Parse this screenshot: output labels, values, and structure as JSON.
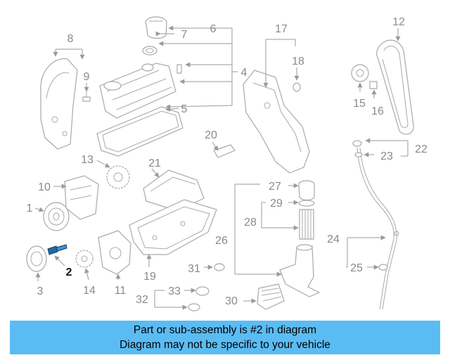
{
  "callouts": {
    "c1": "1",
    "c2": "2",
    "c3": "3",
    "c4": "4",
    "c5": "5",
    "c6": "6",
    "c7": "7",
    "c8": "8",
    "c9": "9",
    "c10": "10",
    "c11": "11",
    "c12": "12",
    "c13": "13",
    "c14": "14",
    "c15": "15",
    "c16": "16",
    "c17": "17",
    "c18": "18",
    "c19": "19",
    "c20": "20",
    "c21": "21",
    "c22": "22",
    "c23": "23",
    "c24": "24",
    "c25": "25",
    "c26": "26",
    "c27": "27",
    "c28": "28",
    "c29": "29",
    "c30": "30",
    "c31": "31",
    "c32": "32",
    "c33": "33"
  },
  "highlighted_part": "2",
  "banner": {
    "line1": "Part or sub-assembly is #2 in diagram",
    "line2": "Diagram may not be specific to your vehicle",
    "color": "#5bbcf4"
  }
}
